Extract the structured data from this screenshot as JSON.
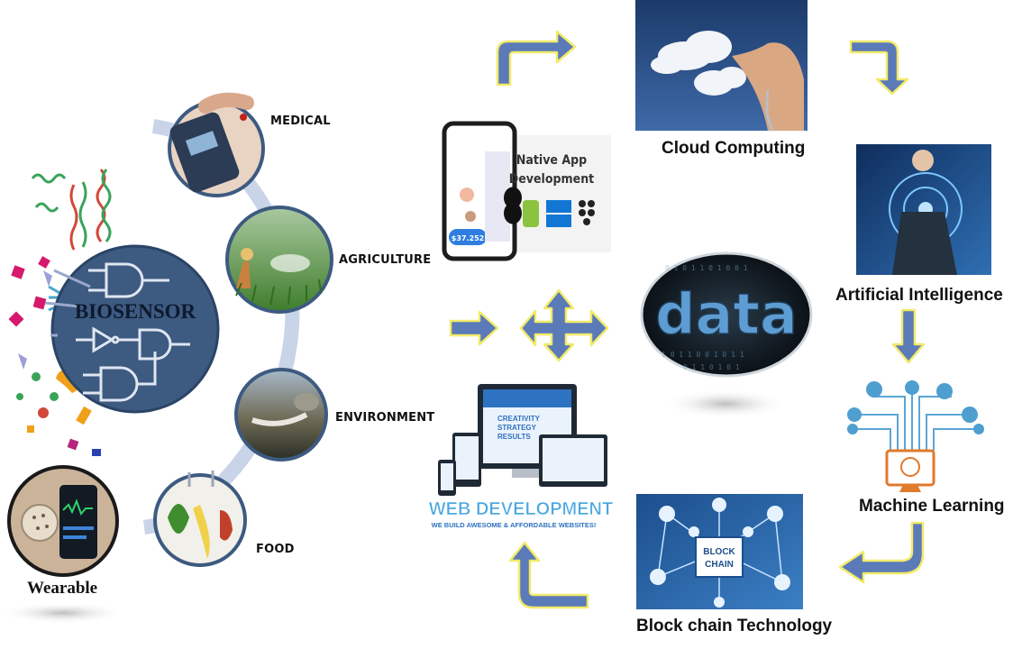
{
  "biosensor": {
    "title": "BIOSENSOR",
    "applications": [
      "MEDICAL",
      "AGRICULTURE",
      "ENVIRONMENT",
      "FOOD"
    ],
    "wearable": "Wearable"
  },
  "technologies": {
    "cloud": "Cloud Computing",
    "ai": "Artificial Intelligence",
    "ml": "Machine Learning",
    "blockchain": "Block chain Technology"
  },
  "data_center": {
    "word": "data"
  },
  "native_app": {
    "line1": "Native App",
    "line2": "Development",
    "phone_amount": "$37.252"
  },
  "web_dev": {
    "title": "WEB DEVELOPMENT",
    "tagline": "WE BUILD AWESOME & AFFORDABLE WEBSITES!",
    "screen_words": [
      "CREATIVITY",
      "STRATEGY",
      "RESULTS"
    ]
  },
  "blockchain_badge": {
    "line1": "BLOCK",
    "line2": "CHAIN"
  },
  "colors": {
    "arrow_fill": "#5b7ab8",
    "arrow_stroke": "#f2ea6a",
    "biosensor_fill": "#3d5a80",
    "ring": "#c9d4e8",
    "ml_accent": "#e07a2c"
  },
  "icons": [
    "cloud-icon",
    "ai-hologram-icon",
    "neural-network-icon",
    "blockchain-network-icon",
    "apple-icon",
    "android-icon",
    "windows-icon",
    "blackberry-icon"
  ]
}
